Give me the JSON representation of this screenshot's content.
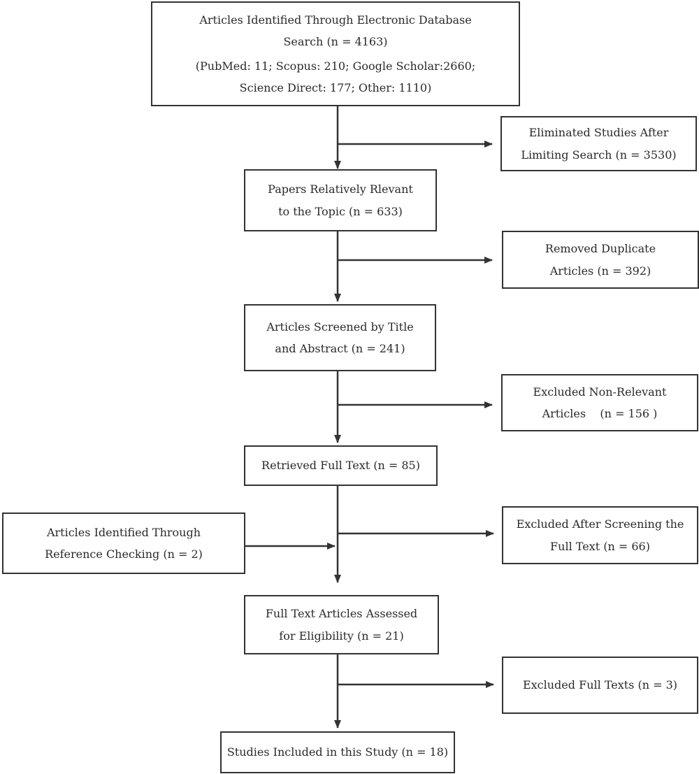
{
  "boxes": {
    "identified": {
      "lines": [
        "Articles Identified Through Electronic Database",
        "Search (n = 4163)"
      ],
      "sources": [
        "(PubMed: 11; Scopus: 210; Google Scholar:2660;",
        "Science Direct: 177; Other: 1110)"
      ]
    },
    "eliminated": {
      "lines": [
        "Eliminated Studies After",
        "Limiting Search (n = 3530)"
      ]
    },
    "relevant": {
      "lines": [
        "Papers Relatively Rlevant",
        "to the Topic (n = 633)"
      ]
    },
    "duplicates": {
      "lines": [
        "Removed Duplicate",
        "Articles (n = 392)"
      ]
    },
    "screened": {
      "lines": [
        "Articles Screened by Title",
        "and Abstract (n = 241)"
      ]
    },
    "nonrelevant": {
      "lines": [
        "Excluded Non-Relevant",
        "Articles    (n = 156 )"
      ]
    },
    "retrieved": {
      "lines": [
        "Retrieved Full Text (n = 85)"
      ]
    },
    "reference": {
      "lines": [
        "Articles Identified Through",
        "Reference Checking (n = 2)"
      ]
    },
    "excluded_fulltext_screen": {
      "lines": [
        "Excluded After Screening the",
        "Full Text (n = 66)"
      ]
    },
    "assessed": {
      "lines": [
        "Full Text Articles Assessed",
        "for Eligibility (n = 21)"
      ]
    },
    "excluded_fulltexts": {
      "lines": [
        "Excluded Full Texts (n = 3)"
      ]
    },
    "included": {
      "lines": [
        "Studies Included in this Study (n = 18)"
      ]
    }
  }
}
